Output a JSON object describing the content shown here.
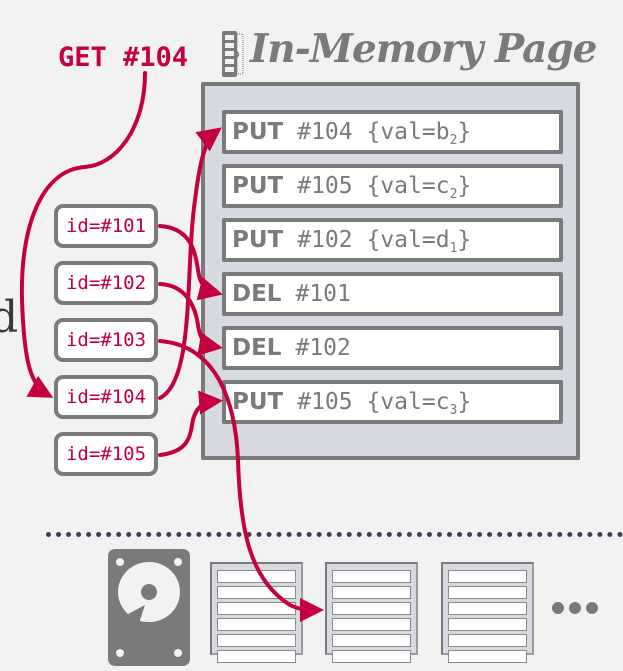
{
  "query": {
    "label": "GET #104"
  },
  "cut_text": "d",
  "page": {
    "title": "In-Memory Page",
    "icon": "memory-ram-icon",
    "records": [
      {
        "op": "PUT",
        "key": "#104",
        "value_prefix": "{val=",
        "value_base": "b",
        "value_sub": "2",
        "value_suffix": "}"
      },
      {
        "op": "PUT",
        "key": "#105",
        "value_prefix": "{val=",
        "value_base": "c",
        "value_sub": "2",
        "value_suffix": "}"
      },
      {
        "op": "PUT",
        "key": "#102",
        "value_prefix": "{val=",
        "value_base": "d",
        "value_sub": "1",
        "value_suffix": "}"
      },
      {
        "op": "DEL",
        "key": "#101",
        "value_prefix": "",
        "value_base": "",
        "value_sub": "",
        "value_suffix": ""
      },
      {
        "op": "DEL",
        "key": "#102",
        "value_prefix": "",
        "value_base": "",
        "value_sub": "",
        "value_suffix": ""
      },
      {
        "op": "PUT",
        "key": "#105",
        "value_prefix": "{val=",
        "value_base": "c",
        "value_sub": "3",
        "value_suffix": "}"
      }
    ]
  },
  "index": {
    "entries": [
      {
        "label": "id=#101",
        "points_to_record": 3
      },
      {
        "label": "id=#102",
        "points_to_record": 4
      },
      {
        "label": "id=#103",
        "points_to_disk_page": 2
      },
      {
        "label": "id=#104",
        "points_to_record": 0
      },
      {
        "label": "id=#105",
        "points_to_record": 5
      }
    ]
  },
  "disk": {
    "icon": "hard-drive-icon",
    "pages": 3,
    "slots_per_page": 6,
    "more": "ellipsis-icon"
  },
  "colors": {
    "accent": "#c4003f",
    "gray": "#7a7a7a",
    "page_bg": "#d8dae2",
    "background": "#f2f2f2",
    "divider": "#3d3d5c"
  }
}
